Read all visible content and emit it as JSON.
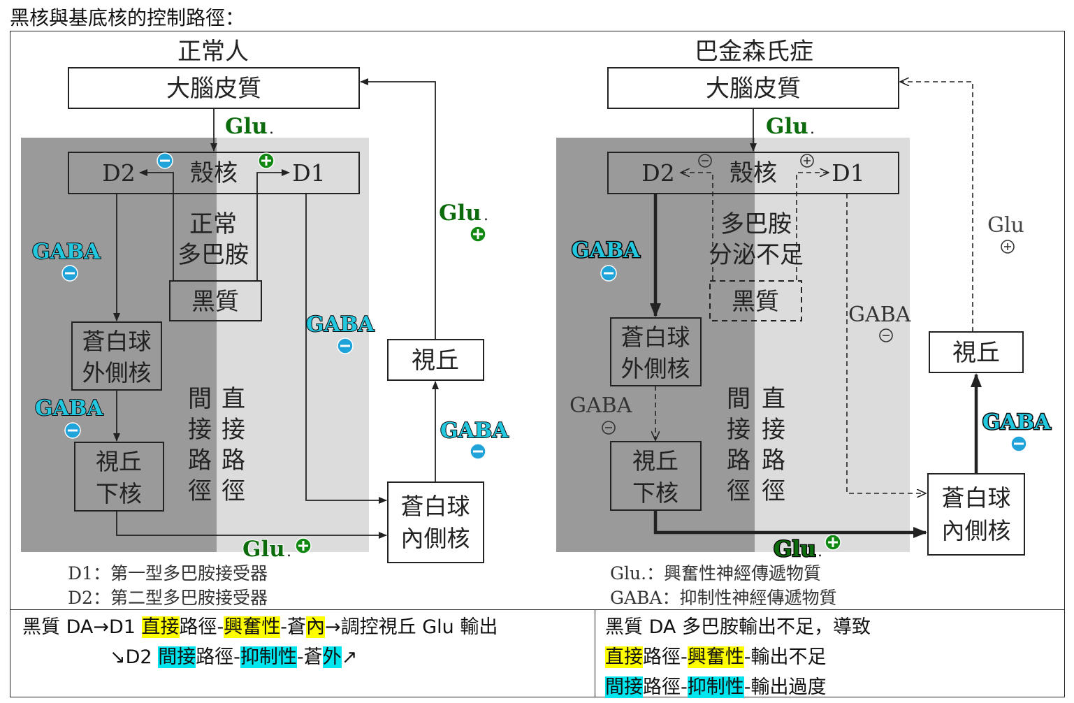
{
  "heading": "黑核與基底核的控制路徑：",
  "left_diagram": {
    "title": "正常人",
    "cortex": "大腦皮質",
    "striatum": "殼核",
    "d2": "D2",
    "d1": "D1",
    "dopamine_line1": "正常",
    "dopamine_line2": "多巴胺",
    "substantia_nigra": "黑質",
    "gpe_line1": "蒼白球",
    "gpe_line2": "外側核",
    "stn_line1": "視丘",
    "stn_line2": "下核",
    "gpi_line1": "蒼白球",
    "gpi_line2": "內側核",
    "thalamus": "視丘",
    "indirect_path": "間接路徑",
    "direct_path": "直接路徑",
    "glu": "Glu",
    "gaba": "GABA",
    "legend_line1": "D1：第一型多巴胺接受器",
    "legend_line2": "D2：第二型多巴胺接受器"
  },
  "right_diagram": {
    "title": "巴金森氏症",
    "cortex": "大腦皮質",
    "striatum": "殼核",
    "d2": "D2",
    "d1": "D1",
    "dopamine_line1": "多巴胺",
    "dopamine_line2": "分泌不足",
    "substantia_nigra": "黑質",
    "gpe_line1": "蒼白球",
    "gpe_line2": "外側核",
    "stn_line1": "視丘",
    "stn_line2": "下核",
    "gpi_line1": "蒼白球",
    "gpi_line2": "內側核",
    "thalamus": "視丘",
    "indirect_path": "間接路徑",
    "direct_path": "直接路徑",
    "glu": "Glu",
    "gaba": "GABA",
    "legend_line1": "Glu.：興奮性神經傳遞物質",
    "legend_line2": "GABA：抑制性神經傳遞物質"
  },
  "bottom_left": {
    "l1_a": "黑質 DA→D1 ",
    "l1_b": "直接",
    "l1_c": "路徑-",
    "l1_d": "興奮性",
    "l1_e": "-蒼",
    "l1_f": "內",
    "l1_g": "→調控視丘 Glu 輸出",
    "l2_a": "↘D2 ",
    "l2_b": "間接",
    "l2_c": "路徑-",
    "l2_d": "抑制性",
    "l2_e": "-蒼",
    "l2_f": "外",
    "l2_g": "↗"
  },
  "bottom_right": {
    "l1": "黑質 DA 多巴胺輸出不足，導致",
    "l2_a": "直接",
    "l2_b": "路徑-",
    "l2_c": "興奮性",
    "l2_d": "-輸出不足",
    "l3_a": "間接",
    "l3_b": "路徑-",
    "l3_c": "抑制性",
    "l3_d": "-輸出過度"
  },
  "colors": {
    "glu_green": "#0c6b0c",
    "gaba_cyan": "#22c8e0",
    "highlight_yellow": "#ffff00",
    "highlight_cyan": "#00e5ee"
  }
}
